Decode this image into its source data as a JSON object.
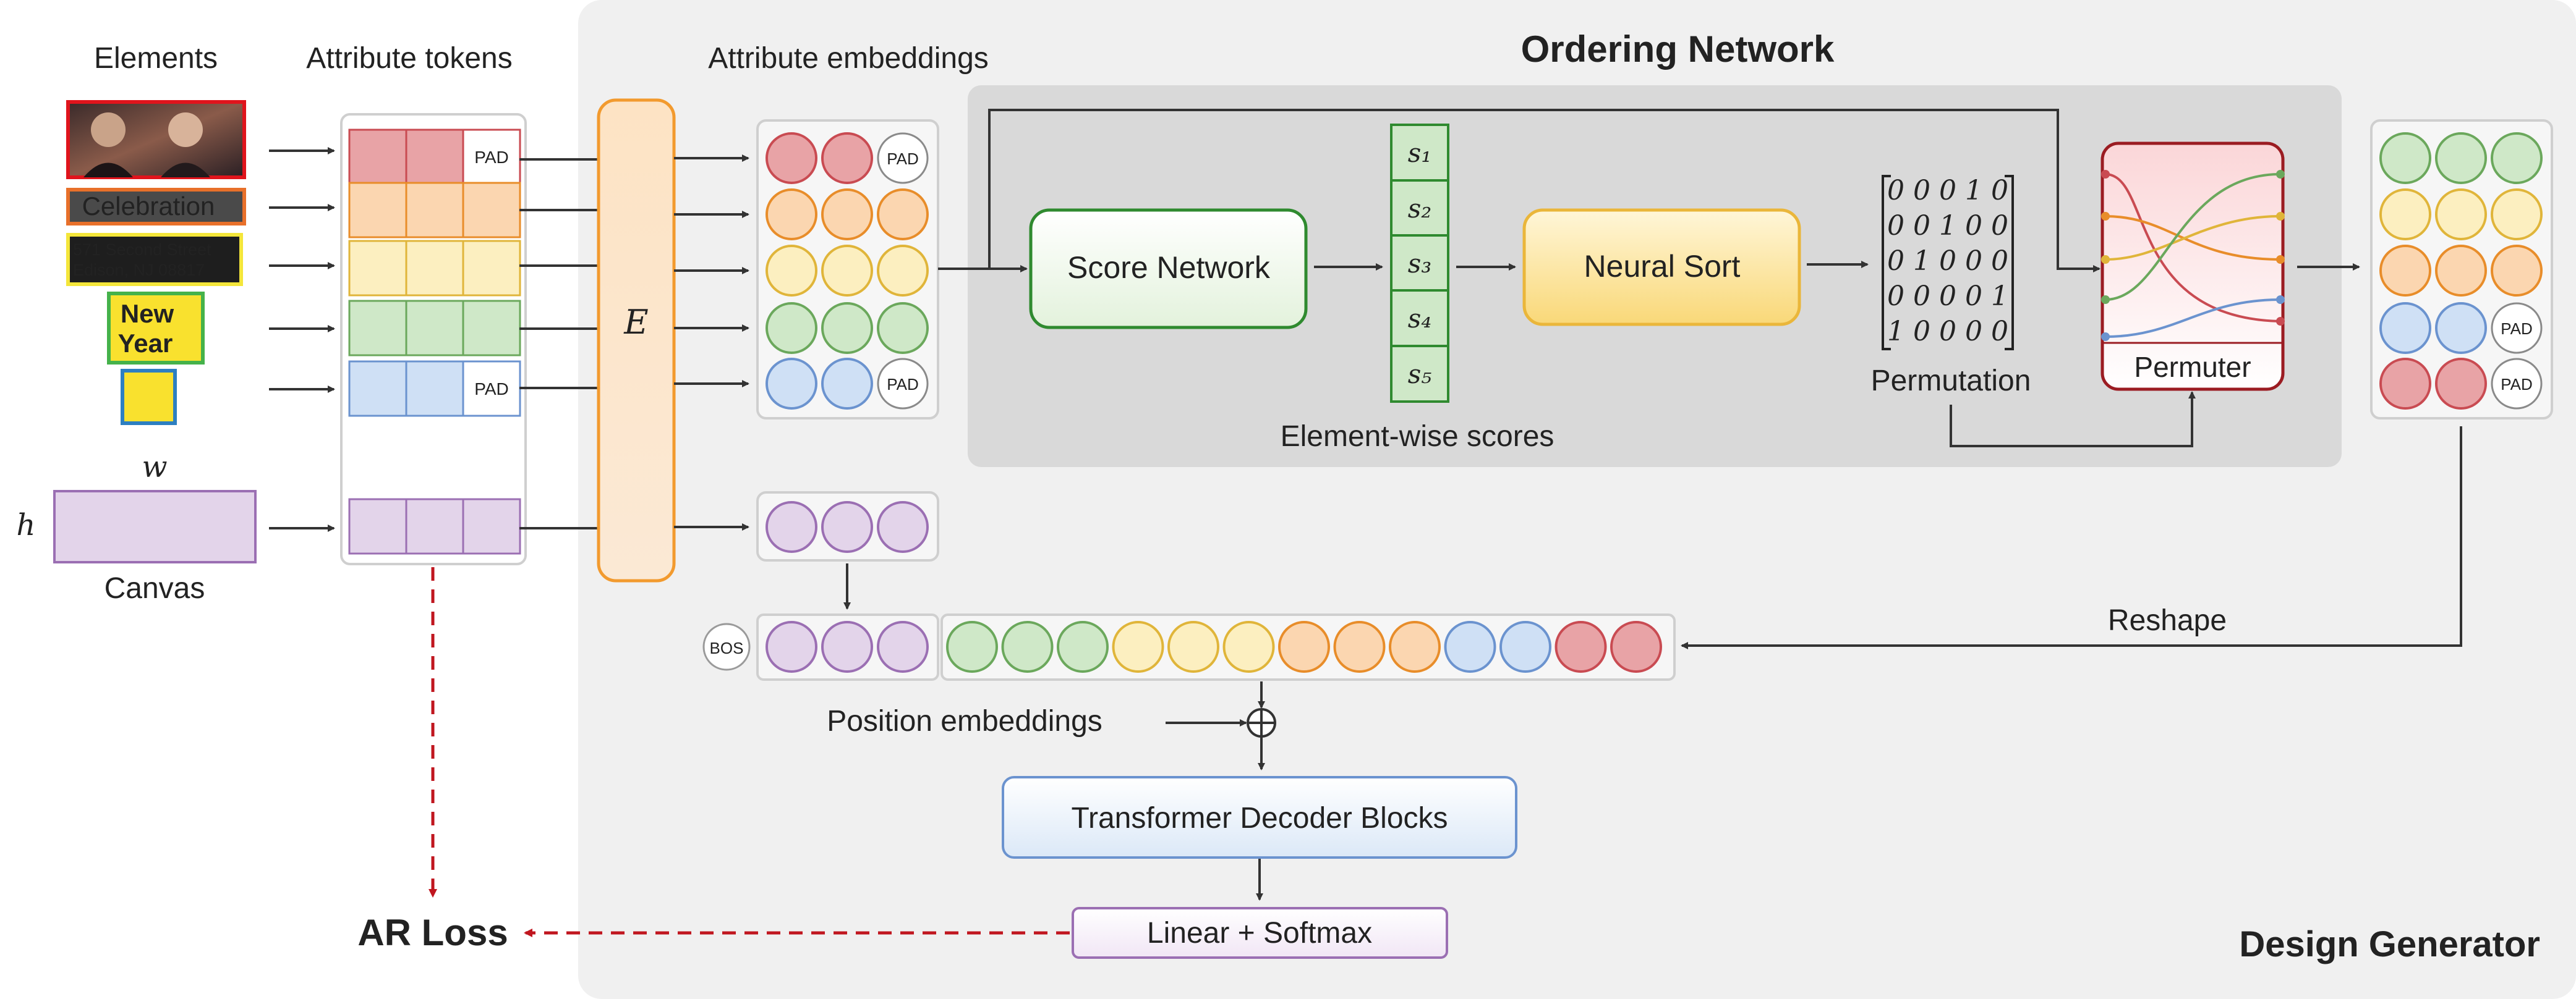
{
  "labels": {
    "elements": "Elements",
    "attribute_tokens": "Attribute tokens",
    "attribute_embeddings": "Attribute embeddings",
    "ordering_network": "Ordering Network",
    "score_network": "Score Network",
    "neural_sort": "Neural Sort",
    "permutation": "Permutation",
    "permuter": "Permuter",
    "element_wise_scores": "Element-wise scores",
    "canvas": "Canvas",
    "w": "w",
    "h": "h",
    "encoder": "E",
    "reshape": "Reshape",
    "position_embeddings": "Position embeddings",
    "transformer": "Transformer Decoder Blocks",
    "linear_softmax": "Linear + Softmax",
    "ar_loss": "AR Loss",
    "design_generator": "Design Generator",
    "bos": "BOS",
    "pad": "PAD",
    "oplus": "⊕"
  },
  "elements": {
    "celebration": "Celebration",
    "address_line1": "571 Second Street",
    "address_line2": "Edison, NJ 08817",
    "new_year_line1": "New",
    "new_year_line2": "Year"
  },
  "scores": [
    "s₁",
    "s₂",
    "s₃",
    "s₄",
    "s₅"
  ],
  "permutation_matrix": [
    "0 0 0 1 0",
    "0 0 1 0 0",
    "0 1 0 0 0",
    "0 0 0 0 1",
    "1 0 0 0 0"
  ],
  "colors": {
    "red": "#e8a3a6",
    "red_stroke": "#c94b52",
    "orange": "#fbd6b0",
    "orange_stroke": "#e88d2a",
    "yellow": "#fcefc0",
    "yellow_stroke": "#e0b53a",
    "green": "#cfe8c8",
    "green_stroke": "#6ba85c",
    "blue": "#cfe0f5",
    "blue_stroke": "#6b93cf",
    "purple": "#e3d4ea",
    "purple_stroke": "#9b6fb3",
    "ar_loss": "#c0161f",
    "gray_panel": "#f0f0f0",
    "ordering_panel": "#d9d9d9"
  }
}
